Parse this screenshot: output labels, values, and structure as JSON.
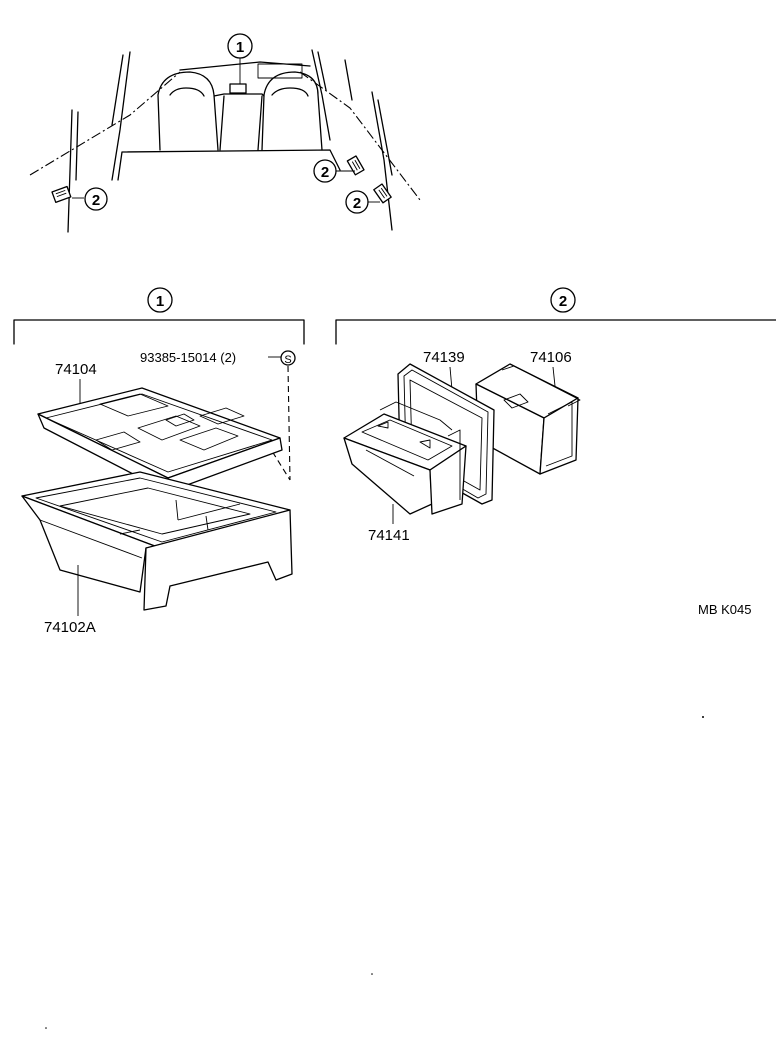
{
  "overview": {
    "callouts": [
      "1",
      "2",
      "2",
      "2"
    ]
  },
  "groups": [
    {
      "id": "1",
      "parts": [
        "74104",
        "93385-15014 (2)",
        "74102A"
      ],
      "marker": "S"
    },
    {
      "id": "2",
      "parts": [
        "74139",
        "74106",
        "74141"
      ]
    }
  ],
  "figure_code": "MB  K045"
}
